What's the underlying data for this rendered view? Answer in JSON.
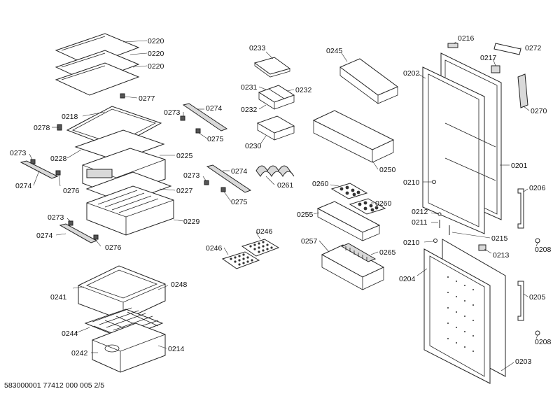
{
  "diagram": {
    "parts": {
      "glass_shelf_1": "0220",
      "glass_shelf_2": "0220",
      "glass_shelf_3": "0220",
      "clip_0277": "0277",
      "shelf_0218": "0218",
      "clip_0278": "0278",
      "frame_0228": "0228",
      "drawer_0225": "0225",
      "rail_0273_a": "0273",
      "rail_0274_a": "0274",
      "screw_0276_a": "0276",
      "cover_0227": "0227",
      "drawer_0229": "0229",
      "rail_0273_b": "0273",
      "rail_0274_b": "0274",
      "screw_0276_b": "0276",
      "bracket_0273_c": "0273",
      "rail_0274_c": "0274",
      "screw_0275_c": "0275",
      "bracket_0273_d": "0273",
      "rail_0274_d": "0274",
      "screw_0275_d": "0275",
      "tray_0233": "0233",
      "box_0231": "0231",
      "divider_0232_a": "0232",
      "divider_0232_b": "0232",
      "tray_0230": "0230",
      "rack_0261": "0261",
      "ice_tray_0246_a": "0246",
      "ice_tray_0246_b": "0246",
      "bin_0241": "0241",
      "grid_0244": "0244",
      "bin_0248": "0248",
      "bin_0242": "0242",
      "bin_0214": "0214",
      "door_shelf_0245": "0245",
      "door_shelf_0250": "0250",
      "egg_tray_0260_a": "0260",
      "egg_tray_0260_b": "0260",
      "door_shelf_0255": "0255",
      "door_shelf_0257": "0257",
      "insert_0265": "0265",
      "part_0216": "0216",
      "part_0217": "0217",
      "part_0272": "0272",
      "hinge_0270": "0270",
      "gasket_0202": "0202",
      "door_0201": "0201",
      "handle_0206": "0206",
      "screw_0208_a": "0208",
      "bushing_0210_a": "0210",
      "pin_0212": "0212",
      "pin_0211": "0211",
      "bushing_0210_b": "0210",
      "cap_0215": "0215",
      "hinge_0213": "0213",
      "gasket_0204": "0204",
      "handle_0205": "0205",
      "screw_0208_b": "0208",
      "door_0203": "0203"
    },
    "footer": "583000001 77412 000 005  2/5"
  }
}
